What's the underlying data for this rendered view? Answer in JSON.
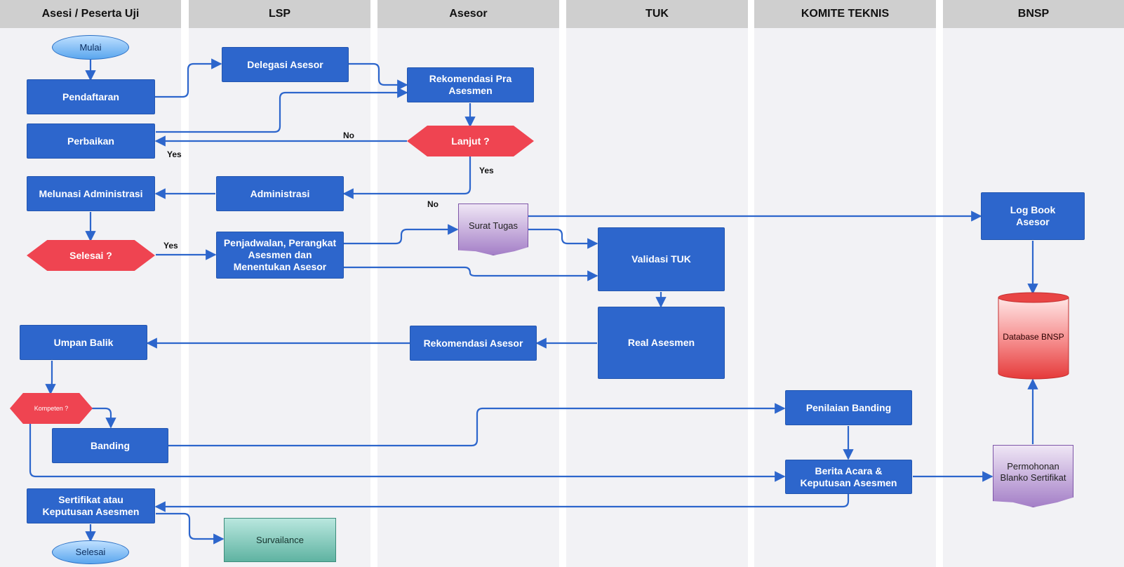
{
  "lanes": [
    {
      "title": "Asesi / Peserta Uji"
    },
    {
      "title": "LSP"
    },
    {
      "title": "Asesor"
    },
    {
      "title": "TUK"
    },
    {
      "title": "KOMITE TEKNIS"
    },
    {
      "title": "BNSP"
    }
  ],
  "nodes": {
    "mulai": "Mulai",
    "pendaftaran": "Pendaftaran",
    "perbaikan": "Perbaikan",
    "melunasi_administrasi": "Melunasi Administrasi",
    "selesai_decision": "Selesai ?",
    "umpan_balik": "Umpan Balik",
    "kompeten": "Kompeten ?",
    "banding": "Banding",
    "sertifikat": "Sertifikat atau Keputusan Asesmen",
    "selesai_end": "Selesai",
    "delegasi_asesor": "Delegasi Asesor",
    "administrasi": "Administrasi",
    "penjadwalan": "Penjadwalan, Perangkat Asesmen dan Menentukan Asesor",
    "survailance": "Survailance",
    "rekomendasi_pra": "Rekomendasi Pra Asesmen",
    "lanjut": "Lanjut ?",
    "surat_tugas": "Surat Tugas",
    "rekomendasi_asesor": "Rekomendasi Asesor",
    "validasi_tuk": "Validasi TUK",
    "real_asesmen": "Real Asesmen",
    "penilaian_banding": "Penilaian Banding",
    "berita_acara": "Berita Acara & Keputusan Asesmen",
    "log_book": "Log Book Asesor",
    "database_bnsp": "Database BNSP",
    "permohonan_blanko": "Permohonan Blanko Sertifikat"
  },
  "edge_labels": {
    "lanjut_no": "No",
    "perbaikan_yes": "Yes",
    "lanjut_yes": "Yes",
    "admin_no": "No",
    "selesai_yes": "Yes"
  },
  "colors": {
    "process": "#2d66cc",
    "decision": "#ef4451",
    "connector": "#2d66cc",
    "lane_bg": "#f2f2f5",
    "lane_header": "#cfcfcf"
  }
}
